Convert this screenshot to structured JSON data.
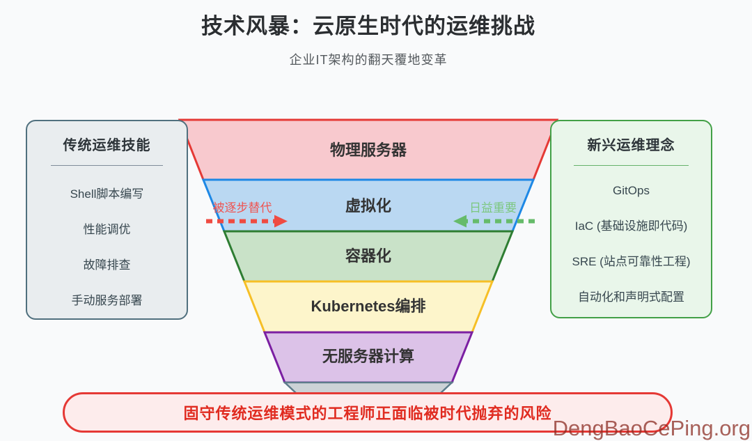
{
  "page": {
    "background": "#f9fafb"
  },
  "header": {
    "title": "技术风暴：云原生时代的运维挑战",
    "subtitle": "企业IT架构的翻天覆地变革"
  },
  "left_panel": {
    "title": "传统运维技能",
    "bg": "#e9edef",
    "border": "#50707e",
    "items": [
      "Shell脚本编写",
      "性能调优",
      "故障排查",
      "手动服务部署"
    ]
  },
  "right_panel": {
    "title": "新兴运维理念",
    "bg": "#e9f6ea",
    "border": "#43a047",
    "items": [
      "GitOps",
      "IaC (基础设施即代码)",
      "SRE (站点可靠性工程)",
      "自动化和声明式配置"
    ]
  },
  "funnel": {
    "layers": [
      {
        "label": "物理服务器",
        "fill": "#f8c9ce",
        "stroke": "#e53935"
      },
      {
        "label": "虚拟化",
        "fill": "#bad8f2",
        "stroke": "#1e88e5"
      },
      {
        "label": "容器化",
        "fill": "#c9e2c8",
        "stroke": "#2e7d32"
      },
      {
        "label": "Kubernetes编排",
        "fill": "#fdf5cb",
        "stroke": "#f6bf26"
      },
      {
        "label": "无服务器计算",
        "fill": "#dcc2e8",
        "stroke": "#7b1fa2"
      },
      {
        "label": "",
        "fill": "#ccd2d6",
        "stroke": "#5d7b8a"
      }
    ]
  },
  "arrows": {
    "left": {
      "label": "被逐步替代",
      "color": "#ef4b42",
      "label_color": "#ef5350"
    },
    "right": {
      "label": "日益重要",
      "color": "#66bb6a",
      "label_color": "#7cc77f"
    }
  },
  "banner": {
    "text": "固守传统运维模式的工程师正面临被时代抛弃的风险",
    "bg": "#fdecec",
    "border": "#e53935",
    "text_color": "#e02b20"
  },
  "watermark": {
    "text": "DengBaoCePing.org",
    "color": "#8c2d23"
  }
}
